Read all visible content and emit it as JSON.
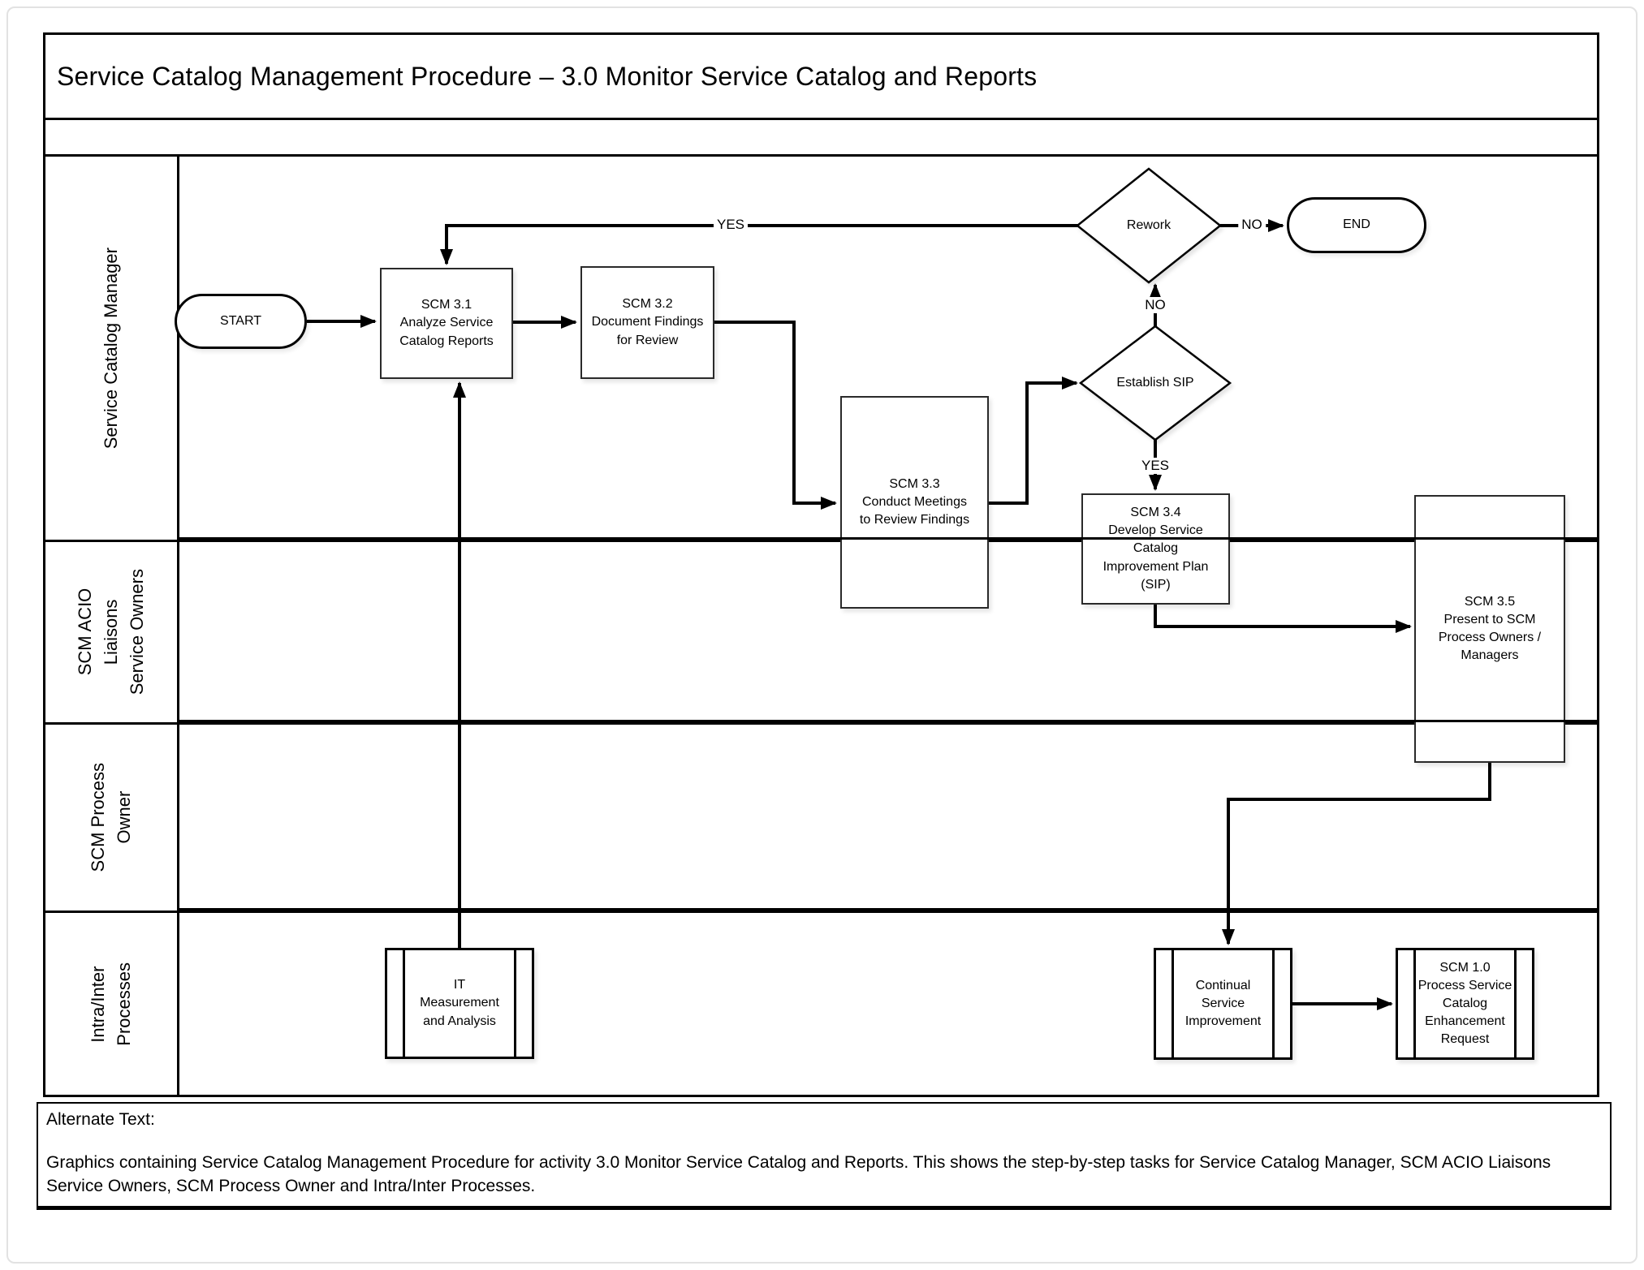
{
  "title": "Service Catalog Management Procedure – 3.0 Monitor Service Catalog and Reports",
  "lanes": [
    {
      "label": "Service Catalog Manager"
    },
    {
      "label": "SCM ACIO\nLiaisons\nService Owners"
    },
    {
      "label": "SCM Process\nOwner"
    },
    {
      "label": "Intra/Inter\nProcesses"
    }
  ],
  "nodes": {
    "start": {
      "label": "START",
      "shape": "terminator"
    },
    "scm31": {
      "label": "SCM 3.1\nAnalyze Service\nCatalog Reports",
      "shape": "process"
    },
    "scm32": {
      "label": "SCM 3.2\nDocument Findings\nfor Review",
      "shape": "process"
    },
    "scm33": {
      "label": "SCM 3.3\nConduct Meetings\nto Review Findings",
      "shape": "process"
    },
    "rework": {
      "label": "Rework",
      "shape": "decision"
    },
    "end": {
      "label": "END",
      "shape": "terminator"
    },
    "establish_sip": {
      "label": "Establish SIP",
      "shape": "decision"
    },
    "scm34": {
      "label": "SCM 3.4\nDevelop Service\nCatalog\nImprovement Plan\n(SIP)",
      "shape": "process"
    },
    "scm35": {
      "label": "SCM 3.5\nPresent to SCM\nProcess Owners /\nManagers",
      "shape": "process"
    },
    "it_measurement": {
      "label": "IT\nMeasurement\nand Analysis",
      "shape": "subprocess"
    },
    "continual_service_improvement": {
      "label": "Continual\nService\nImprovement",
      "shape": "subprocess"
    },
    "scm10": {
      "label": "SCM 1.0\nProcess Service\nCatalog\nEnhancement\nRequest",
      "shape": "subprocess"
    }
  },
  "edge_labels": {
    "rework_yes": "YES",
    "rework_no": "NO",
    "establish_sip_no": "NO",
    "establish_sip_yes": "YES"
  },
  "alternate_text": {
    "heading": "Alternate Text:",
    "body": "Graphics containing Service Catalog Management Procedure for activity 3.0 Monitor Service Catalog and Reports. This shows the step-by-step tasks for Service Catalog Manager, SCM ACIO Liaisons Service Owners, SCM Process Owner and Intra/Inter Processes."
  },
  "colors": {
    "ink": "#000000",
    "background": "#ffffff"
  }
}
